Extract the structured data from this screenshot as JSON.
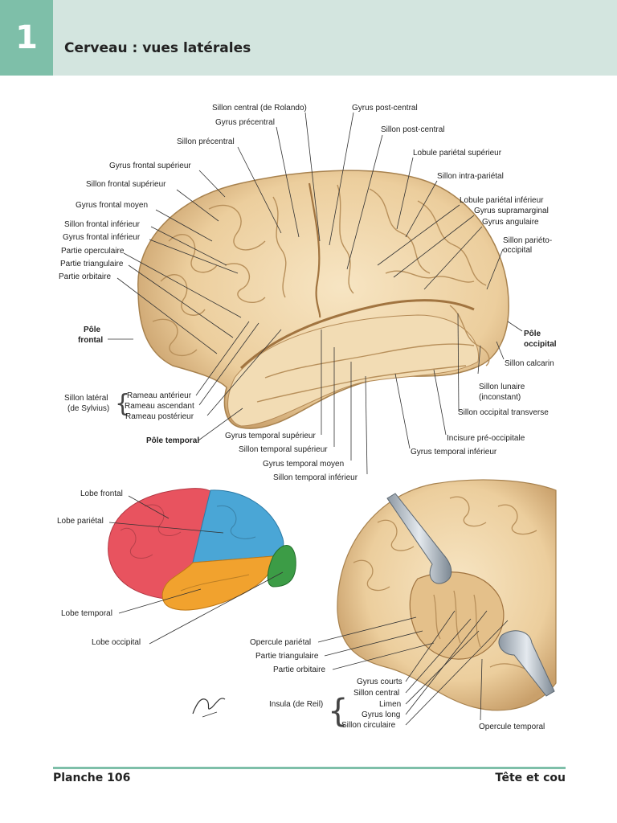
{
  "header": {
    "number": "1",
    "title": "Cerveau : vues latérales"
  },
  "footer": {
    "left": "Planche 106",
    "right": "Tête et cou"
  },
  "colors": {
    "accent": "#7ebfa9",
    "header_bg": "#d3e5df",
    "brain": "#efd4a8",
    "frontal": "#e8535f",
    "parietal": "#4aa6d6",
    "temporal": "#f1a22e",
    "occipital": "#3c9c46"
  },
  "main_labels": {
    "sillon_central": "Sillon central (de Rolando)",
    "gyrus_post_central": "Gyrus post-central",
    "gyrus_precentral": "Gyrus précentral",
    "sillon_post_central": "Sillon post-central",
    "sillon_precentral": "Sillon précentral",
    "lobule_parietal_sup": "Lobule pariétal supérieur",
    "gyrus_frontal_sup": "Gyrus frontal supérieur",
    "sillon_intra_parietal": "Sillon intra-pariétal",
    "sillon_frontal_sup": "Sillon frontal supérieur",
    "lobule_parietal_inf": "Lobule pariétal inférieur",
    "gyrus_frontal_moyen": "Gyrus frontal moyen",
    "gyrus_supramarginal": "Gyrus supramarginal",
    "gyrus_angulaire": "Gyrus angulaire",
    "sillon_frontal_inf": "Sillon frontal inférieur",
    "sillon_parieto_occ_1": "Sillon pariéto-",
    "sillon_parieto_occ_2": "occipital",
    "gyrus_frontal_inf": "Gyrus frontal inférieur",
    "partie_operculaire": "Partie operculaire",
    "partie_triangulaire": "Partie triangulaire",
    "partie_orbitaire": "Partie orbitaire",
    "pole_frontal_1": "Pôle",
    "pole_frontal_2": "frontal",
    "pole_occipital_1": "Pôle",
    "pole_occipital_2": "occipital",
    "sillon_calcarin": "Sillon calcarin",
    "sillon_lateral_1": "Sillon latéral",
    "sillon_lateral_2": "(de Sylvius)",
    "rameau_anterieur": "Rameau antérieur",
    "rameau_ascendant": "Rameau ascendant",
    "rameau_posterieur": "Rameau postérieur",
    "sillon_lunaire_1": "Sillon lunaire",
    "sillon_lunaire_2": "(inconstant)",
    "sillon_occ_transverse": "Sillon occipital transverse",
    "pole_temporal": "Pôle temporal",
    "gyrus_temporal_sup": "Gyrus temporal supérieur",
    "incisure_pre_occ": "Incisure pré-occipitale",
    "sillon_temporal_sup": "Sillon temporal supérieur",
    "gyrus_temporal_inf": "Gyrus temporal inférieur",
    "gyrus_temporal_moyen": "Gyrus temporal moyen",
    "sillon_temporal_inf": "Sillon temporal inférieur"
  },
  "lobes_labels": {
    "frontal": "Lobe frontal",
    "parietal": "Lobe pariétal",
    "temporal": "Lobe temporal",
    "occipital": "Lobe occipital"
  },
  "insula_labels": {
    "opercule_parietal": "Opercule pariétal",
    "partie_triangulaire": "Partie triangulaire",
    "partie_orbitaire": "Partie orbitaire",
    "gyrus_courts": "Gyrus courts",
    "sillon_central": "Sillon central",
    "limen": "Limen",
    "gyrus_long": "Gyrus long",
    "sillon_circulaire": "Sillon circulaire",
    "insula": "Insula (de Reil)",
    "opercule_temporal": "Opercule temporal"
  }
}
